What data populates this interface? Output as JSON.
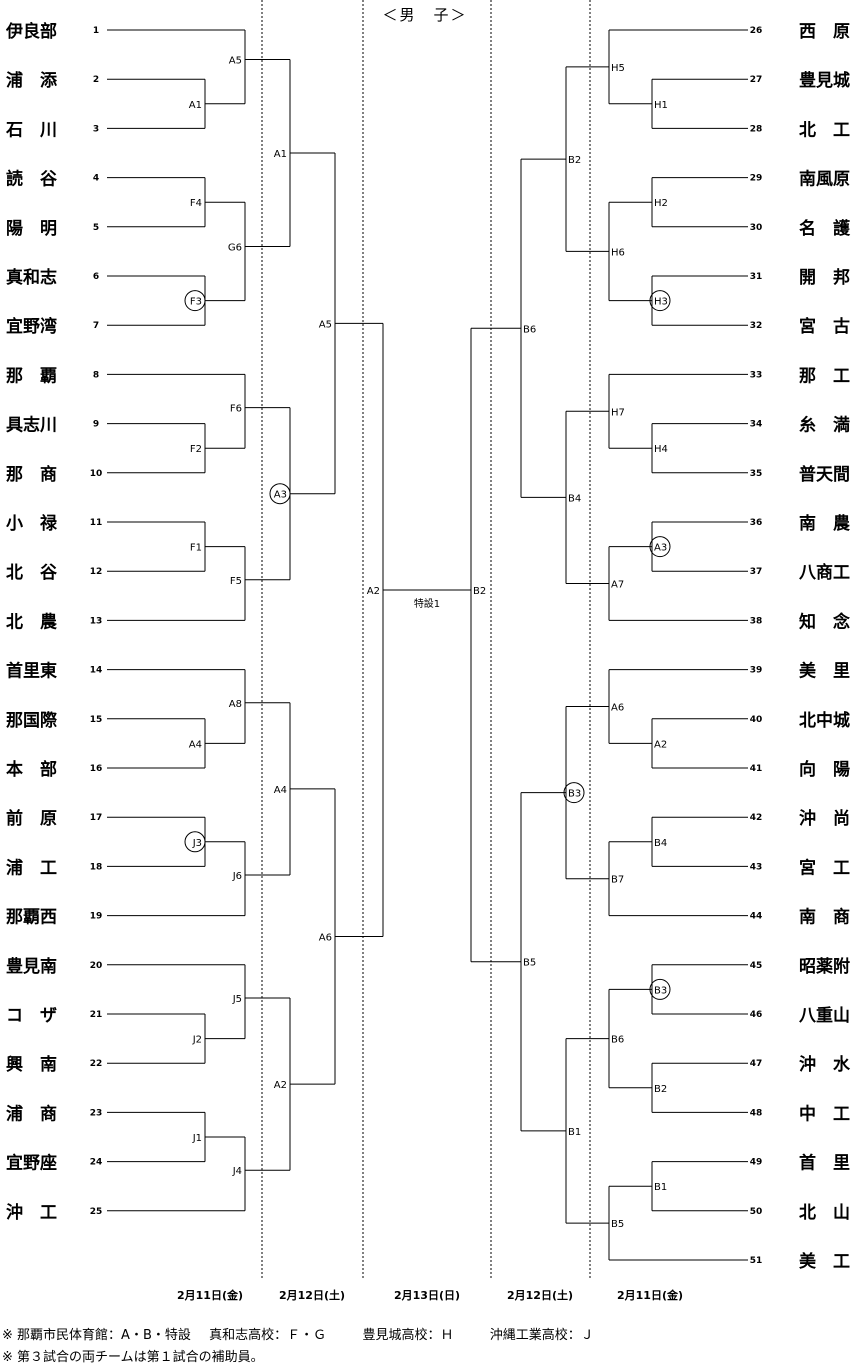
{
  "title": "＜男　子＞",
  "teams_left": [
    {
      "seed": "1",
      "name": "伊良部"
    },
    {
      "seed": "2",
      "name": "浦　添"
    },
    {
      "seed": "3",
      "name": "石　川"
    },
    {
      "seed": "4",
      "name": "読　谷"
    },
    {
      "seed": "5",
      "name": "陽　明"
    },
    {
      "seed": "6",
      "name": "真和志"
    },
    {
      "seed": "7",
      "name": "宜野湾"
    },
    {
      "seed": "8",
      "name": "那　覇"
    },
    {
      "seed": "9",
      "name": "具志川"
    },
    {
      "seed": "10",
      "name": "那　商"
    },
    {
      "seed": "11",
      "name": "小　禄"
    },
    {
      "seed": "12",
      "name": "北　谷"
    },
    {
      "seed": "13",
      "name": "北　農"
    },
    {
      "seed": "14",
      "name": "首里東"
    },
    {
      "seed": "15",
      "name": "那国際"
    },
    {
      "seed": "16",
      "name": "本　部"
    },
    {
      "seed": "17",
      "name": "前　原"
    },
    {
      "seed": "18",
      "name": "浦　工"
    },
    {
      "seed": "19",
      "name": "那覇西"
    },
    {
      "seed": "20",
      "name": "豊見南"
    },
    {
      "seed": "21",
      "name": "コ　ザ"
    },
    {
      "seed": "22",
      "name": "興　南"
    },
    {
      "seed": "23",
      "name": "浦　商"
    },
    {
      "seed": "24",
      "name": "宜野座"
    },
    {
      "seed": "25",
      "name": "沖　工"
    }
  ],
  "teams_right": [
    {
      "seed": "26",
      "name": "西　原"
    },
    {
      "seed": "27",
      "name": "豊見城"
    },
    {
      "seed": "28",
      "name": "北　工"
    },
    {
      "seed": "29",
      "name": "南風原"
    },
    {
      "seed": "30",
      "name": "名　護"
    },
    {
      "seed": "31",
      "name": "開　邦"
    },
    {
      "seed": "32",
      "name": "宮　古"
    },
    {
      "seed": "33",
      "name": "那　工"
    },
    {
      "seed": "34",
      "name": "糸　満"
    },
    {
      "seed": "35",
      "name": "普天間"
    },
    {
      "seed": "36",
      "name": "南　農"
    },
    {
      "seed": "37",
      "name": "八商工"
    },
    {
      "seed": "38",
      "name": "知　念"
    },
    {
      "seed": "39",
      "name": "美　里"
    },
    {
      "seed": "40",
      "name": "北中城"
    },
    {
      "seed": "41",
      "name": "向　陽"
    },
    {
      "seed": "42",
      "name": "沖　尚"
    },
    {
      "seed": "43",
      "name": "宮　工"
    },
    {
      "seed": "44",
      "name": "南　商"
    },
    {
      "seed": "45",
      "name": "昭薬附"
    },
    {
      "seed": "46",
      "name": "八重山"
    },
    {
      "seed": "47",
      "name": "沖　水"
    },
    {
      "seed": "48",
      "name": "中　工"
    },
    {
      "seed": "49",
      "name": "首　里"
    },
    {
      "seed": "50",
      "name": "北　山"
    },
    {
      "seed": "51",
      "name": "美　工"
    }
  ],
  "final_match": "A2",
  "final_match_right": "B2",
  "final_venue": "特設1",
  "dates": [
    "2月11日(金)",
    "2月12日(土)",
    "2月13日(日)",
    "2月12日(土)",
    "2月11日(金)"
  ],
  "notes": {
    "line1": {
      "mark": "※",
      "venue_a": "那覇市民体育館：A・B・特設",
      "venue_b": "真和志高校：Ｆ・Ｇ",
      "venue_c": "豊見城高校：Ｈ",
      "venue_d": "沖縄工業高校：Ｊ"
    },
    "line2": "※ 第３試合の両チームは第１試合の補助員。"
  },
  "left_matches": {
    "r1": [
      {
        "label": "A1",
        "circled": false
      },
      {
        "label": "F4",
        "circled": false
      },
      {
        "label": "F3",
        "circled": true
      },
      {
        "label": "F2",
        "circled": false
      },
      {
        "label": "F1",
        "circled": false
      },
      {
        "label": "A4",
        "circled": false
      },
      {
        "label": "J3",
        "circled": true
      },
      {
        "label": "J2",
        "circled": false
      },
      {
        "label": "J1",
        "circled": false
      }
    ],
    "r2": [
      {
        "label": "A5",
        "circled": false
      },
      {
        "label": "G6",
        "circled": false
      },
      {
        "label": "F6",
        "circled": false
      },
      {
        "label": "F5",
        "circled": false
      },
      {
        "label": "A8",
        "circled": false
      },
      {
        "label": "J6",
        "circled": false
      },
      {
        "label": "J5",
        "circled": false
      },
      {
        "label": "J4",
        "circled": false
      }
    ],
    "r3": [
      {
        "label": "A1",
        "circled": false
      },
      {
        "label": "A3",
        "circled": true
      },
      {
        "label": "A4",
        "circled": false
      },
      {
        "label": "A2",
        "circled": false
      }
    ],
    "r4": [
      {
        "label": "A5",
        "circled": false
      },
      {
        "label": "A6",
        "circled": false
      }
    ]
  },
  "right_matches": {
    "r1": [
      {
        "label": "H1",
        "circled": false
      },
      {
        "label": "H2",
        "circled": false
      },
      {
        "label": "H3",
        "circled": true
      },
      {
        "label": "H4",
        "circled": false
      },
      {
        "label": "A3",
        "circled": true
      },
      {
        "label": "A2",
        "circled": false
      },
      {
        "label": "B4",
        "circled": false
      },
      {
        "label": "B3",
        "circled": true
      },
      {
        "label": "B2",
        "circled": false
      },
      {
        "label": "B1",
        "circled": false
      }
    ],
    "r2": [
      {
        "label": "H5",
        "circled": false
      },
      {
        "label": "H6",
        "circled": false
      },
      {
        "label": "H7",
        "circled": false
      },
      {
        "label": "A7",
        "circled": false
      },
      {
        "label": "A6",
        "circled": false
      },
      {
        "label": "B7",
        "circled": false
      },
      {
        "label": "B6",
        "circled": false
      },
      {
        "label": "B5",
        "circled": false
      }
    ],
    "r3": [
      {
        "label": "B2",
        "circled": false
      },
      {
        "label": "B4",
        "circled": false
      },
      {
        "label": "B3",
        "circled": true
      },
      {
        "label": "B1",
        "circled": false
      }
    ],
    "r4": [
      {
        "label": "B6",
        "circled": false
      },
      {
        "label": "B5",
        "circled": false
      }
    ]
  }
}
